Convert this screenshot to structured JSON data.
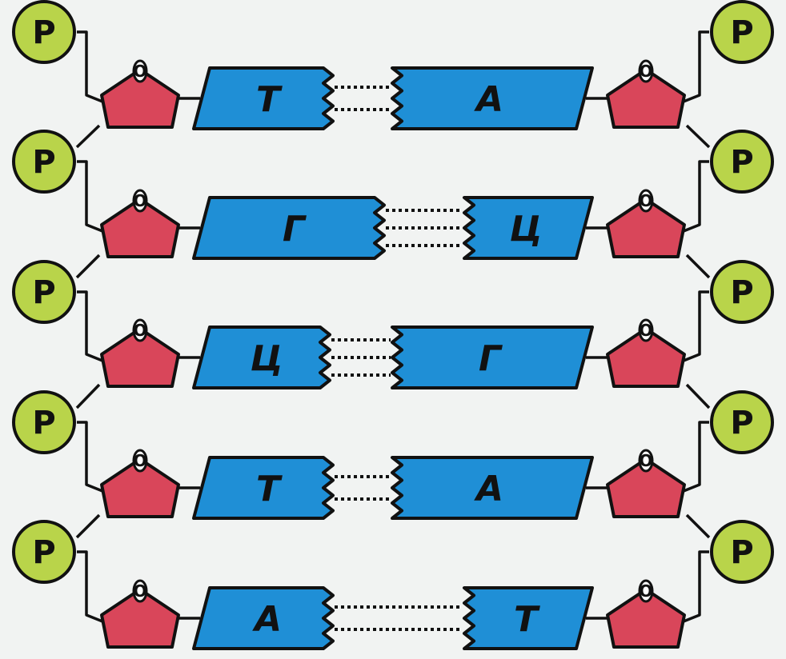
{
  "colors": {
    "background": "#f1f3f2",
    "phosphate": "#b9d44a",
    "sugar": "#d9465a",
    "base": "#1f8fd6",
    "outline": "#111111"
  },
  "phosphate_label": "P",
  "sugar_oxygen_label": "O",
  "pairs": [
    {
      "left": "Т",
      "right": "А",
      "bonds": 2
    },
    {
      "left": "Г",
      "right": "Ц",
      "bonds": 3
    },
    {
      "left": "Ц",
      "right": "Г",
      "bonds": 3
    },
    {
      "left": "Т",
      "right": "А",
      "bonds": 2
    },
    {
      "left": "А",
      "right": "Т",
      "bonds": 2
    }
  ]
}
